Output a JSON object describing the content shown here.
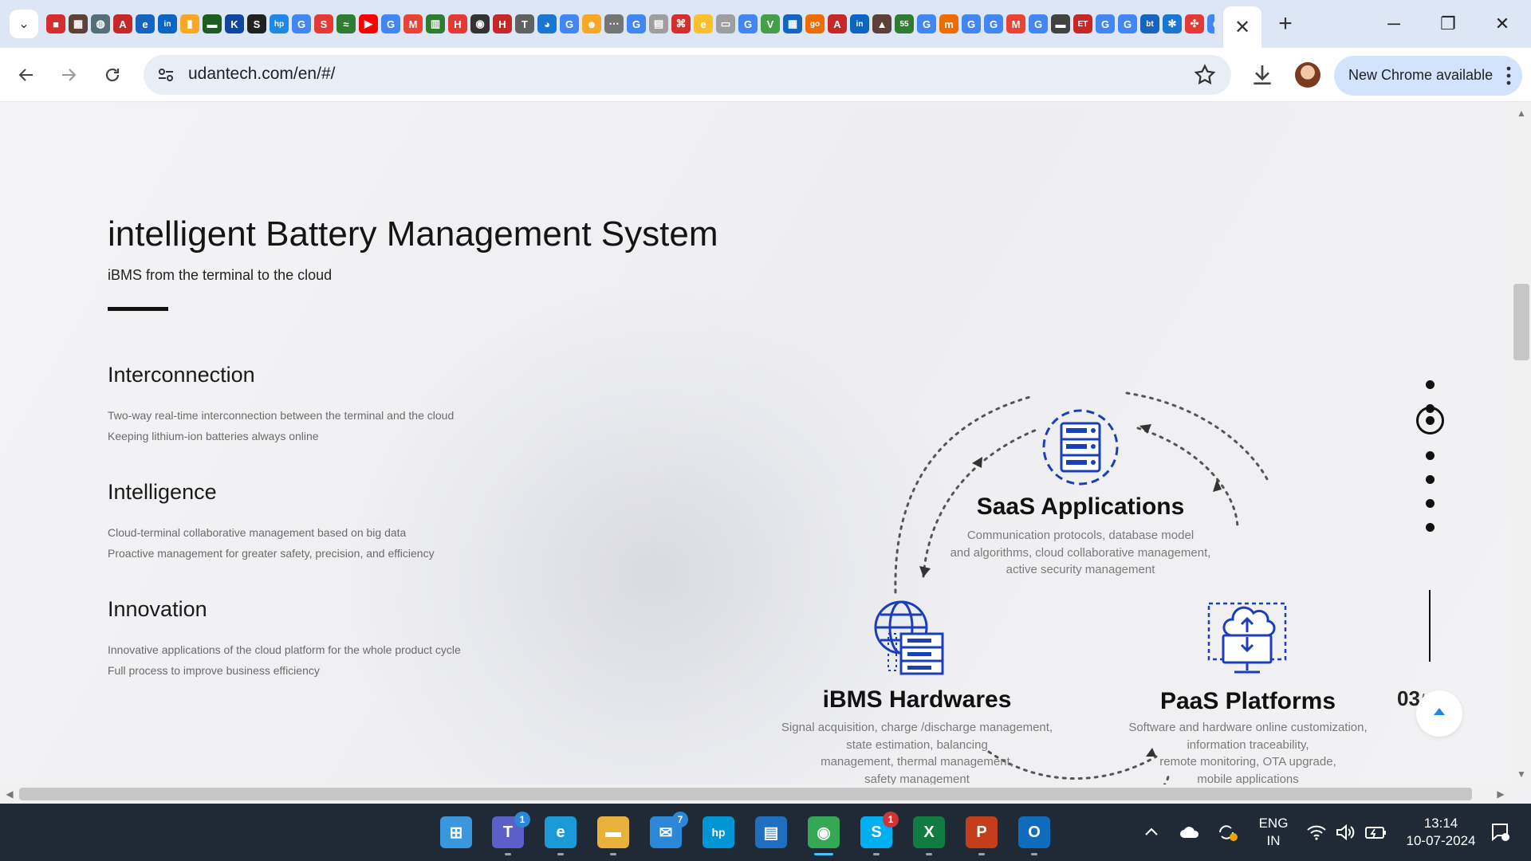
{
  "browser": {
    "url": "udantech.com/en/#/",
    "chrome_update_label": "New Chrome available",
    "favicons": [
      {
        "icon": "red-square-icon",
        "color": "#d32f2f",
        "glyph": "■"
      },
      {
        "icon": "grid-icon",
        "color": "#5d4037",
        "glyph": "▦"
      },
      {
        "icon": "globe-icon",
        "color": "#546e7a",
        "glyph": "◍"
      },
      {
        "icon": "abs-icon",
        "color": "#c62828",
        "glyph": "A"
      },
      {
        "icon": "circle-e-icon",
        "color": "#1565c0",
        "glyph": "e"
      },
      {
        "icon": "linkedin-icon",
        "color": "#0a66c2",
        "glyph": "in"
      },
      {
        "icon": "bottle-icon",
        "color": "#f9a825",
        "glyph": "▮"
      },
      {
        "icon": "flag-icon",
        "color": "#1b5e20",
        "glyph": "▬"
      },
      {
        "icon": "k-icon",
        "color": "#0d47a1",
        "glyph": "K"
      },
      {
        "icon": "s-badge-icon",
        "color": "#212121",
        "glyph": "S"
      },
      {
        "icon": "hp-icon",
        "color": "#1e88e5",
        "glyph": "hp"
      },
      {
        "icon": "google-icon",
        "color": "#4285f4",
        "glyph": "G"
      },
      {
        "icon": "s-red-icon",
        "color": "#e53935",
        "glyph": "S"
      },
      {
        "icon": "nse-icon",
        "color": "#2e7d32",
        "glyph": "≈"
      },
      {
        "icon": "youtube-icon",
        "color": "#ff0000",
        "glyph": "▶"
      },
      {
        "icon": "google-icon",
        "color": "#4285f4",
        "glyph": "G"
      },
      {
        "icon": "gmail-icon",
        "color": "#ea4335",
        "glyph": "M"
      },
      {
        "icon": "chart-icon",
        "color": "#2e7d32",
        "glyph": "▥"
      },
      {
        "icon": "h-icon",
        "color": "#e53935",
        "glyph": "H"
      },
      {
        "icon": "github-icon",
        "color": "#333333",
        "glyph": "◉"
      },
      {
        "icon": "h-red-icon",
        "color": "#c62828",
        "glyph": "H"
      },
      {
        "icon": "t-icon",
        "color": "#616161",
        "glyph": "T"
      },
      {
        "icon": "earth-icon",
        "color": "#1976d2",
        "glyph": "◕"
      },
      {
        "icon": "google-icon",
        "color": "#4285f4",
        "glyph": "G"
      },
      {
        "icon": "smile-icon",
        "color": "#f9a825",
        "glyph": "☻"
      },
      {
        "icon": "dots-icon",
        "color": "#757575",
        "glyph": "⋯"
      },
      {
        "icon": "google-icon",
        "color": "#4285f4",
        "glyph": "G"
      },
      {
        "icon": "doc-icon",
        "color": "#9e9e9e",
        "glyph": "▤"
      },
      {
        "icon": "pdf-icon",
        "color": "#d32f2f",
        "glyph": "⌘"
      },
      {
        "icon": "e-yellow-icon",
        "color": "#fbc02d",
        "glyph": "e"
      },
      {
        "icon": "bar-icon",
        "color": "#9e9e9e",
        "glyph": "▭"
      },
      {
        "icon": "google-icon",
        "color": "#4285f4",
        "glyph": "G"
      },
      {
        "icon": "v-icon",
        "color": "#43a047",
        "glyph": "V"
      },
      {
        "icon": "calendar-icon",
        "color": "#1565c0",
        "glyph": "▦"
      },
      {
        "icon": "go-icon",
        "color": "#ef6c00",
        "glyph": "go"
      },
      {
        "icon": "apc-icon",
        "color": "#c62828",
        "glyph": "A"
      },
      {
        "icon": "linkedin-icon",
        "color": "#0a66c2",
        "glyph": "in"
      },
      {
        "icon": "hat-icon",
        "color": "#5d4037",
        "glyph": "▲"
      },
      {
        "icon": "55-icon",
        "color": "#2e7d32",
        "glyph": "55"
      },
      {
        "icon": "google-icon",
        "color": "#4285f4",
        "glyph": "G"
      },
      {
        "icon": "m-orange-icon",
        "color": "#ef6c00",
        "glyph": "m"
      },
      {
        "icon": "google-icon",
        "color": "#4285f4",
        "glyph": "G"
      },
      {
        "icon": "google-icon",
        "color": "#4285f4",
        "glyph": "G"
      },
      {
        "icon": "gmail-icon",
        "color": "#ea4335",
        "glyph": "M"
      },
      {
        "icon": "google-icon",
        "color": "#4285f4",
        "glyph": "G"
      },
      {
        "icon": "car-icon",
        "color": "#424242",
        "glyph": "▬"
      },
      {
        "icon": "et-icon",
        "color": "#c62828",
        "glyph": "ET"
      },
      {
        "icon": "google-icon",
        "color": "#4285f4",
        "glyph": "G"
      },
      {
        "icon": "google-icon",
        "color": "#4285f4",
        "glyph": "G"
      },
      {
        "icon": "bt-icon",
        "color": "#1565c0",
        "glyph": "bt"
      },
      {
        "icon": "gear-blue-icon",
        "color": "#1976d2",
        "glyph": "✻"
      },
      {
        "icon": "pinwheel-icon",
        "color": "#e53935",
        "glyph": "✣"
      },
      {
        "icon": "google-icon",
        "color": "#4285f4",
        "glyph": "G"
      },
      {
        "icon": "openai-icon",
        "color": "#333333",
        "glyph": "✿"
      }
    ]
  },
  "page": {
    "title": "intelligent Battery Management System",
    "subtitle": "iBMS from the terminal to the cloud",
    "features": [
      {
        "title": "Interconnection",
        "lines": [
          "Two-way real-time interconnection between the terminal and the cloud",
          "Keeping lithium-ion batteries always online"
        ]
      },
      {
        "title": "Intelligence",
        "lines": [
          "Cloud-terminal collaborative management based on big data",
          "Proactive management for greater safety, precision, and efficiency"
        ]
      },
      {
        "title": "Innovation",
        "lines": [
          "Innovative applications of the cloud platform for the whole product cycle",
          "Full process to improve business efficiency"
        ]
      }
    ],
    "diagram": {
      "accent": "#1a3fb8",
      "saas": {
        "title": "SaaS Applications",
        "lines": [
          "Communication protocols, database model",
          "and algorithms, cloud collaborative management,",
          "active security management"
        ],
        "icon": "server-icon"
      },
      "hardware": {
        "title": "iBMS Hardwares",
        "lines": [
          "Signal acquisition, charge /discharge management,",
          "state estimation, balancing",
          "management, thermal management,",
          "safety management"
        ],
        "icon": "globe-server-icon"
      },
      "paas": {
        "title": "PaaS Platforms",
        "lines": [
          "Software and hardware online customization,",
          "information traceability,",
          "remote monitoring, OTA upgrade,",
          "mobile applications"
        ],
        "icon": "cloud-monitor-icon"
      }
    },
    "pagination": {
      "current": "03",
      "total": "07",
      "dots": 7,
      "active_index": 2
    }
  },
  "taskbar": {
    "apps": [
      {
        "name": "windows-start-icon",
        "glyph": "⊞",
        "color": "#3a96dd",
        "badge": ""
      },
      {
        "name": "teams-icon",
        "glyph": "T",
        "color": "#5b5fc7",
        "badge": "1"
      },
      {
        "name": "edge-icon",
        "glyph": "e",
        "color": "#1a9bd7",
        "badge": ""
      },
      {
        "name": "file-explorer-icon",
        "glyph": "▬",
        "color": "#e8b23a",
        "badge": ""
      },
      {
        "name": "mail-icon",
        "glyph": "✉",
        "color": "#2b88d8",
        "badge": "7"
      },
      {
        "name": "myhp-icon",
        "glyph": "hp",
        "color": "#0096d6",
        "badge": ""
      },
      {
        "name": "news-icon",
        "glyph": "▤",
        "color": "#1e6fbf",
        "badge": ""
      },
      {
        "name": "chrome-icon",
        "glyph": "◉",
        "color": "#34a853",
        "badge": ""
      },
      {
        "name": "skype-icon",
        "glyph": "S",
        "color": "#00aff0",
        "badge": "1"
      },
      {
        "name": "excel-icon",
        "glyph": "X",
        "color": "#107c41",
        "badge": ""
      },
      {
        "name": "powerpoint-icon",
        "glyph": "P",
        "color": "#c43e1c",
        "badge": ""
      },
      {
        "name": "outlook-new-icon",
        "glyph": "O",
        "color": "#0f6cbd",
        "badge": ""
      }
    ],
    "language": "ENG",
    "region": "IN",
    "time": "13:14",
    "date": "10-07-2024"
  }
}
